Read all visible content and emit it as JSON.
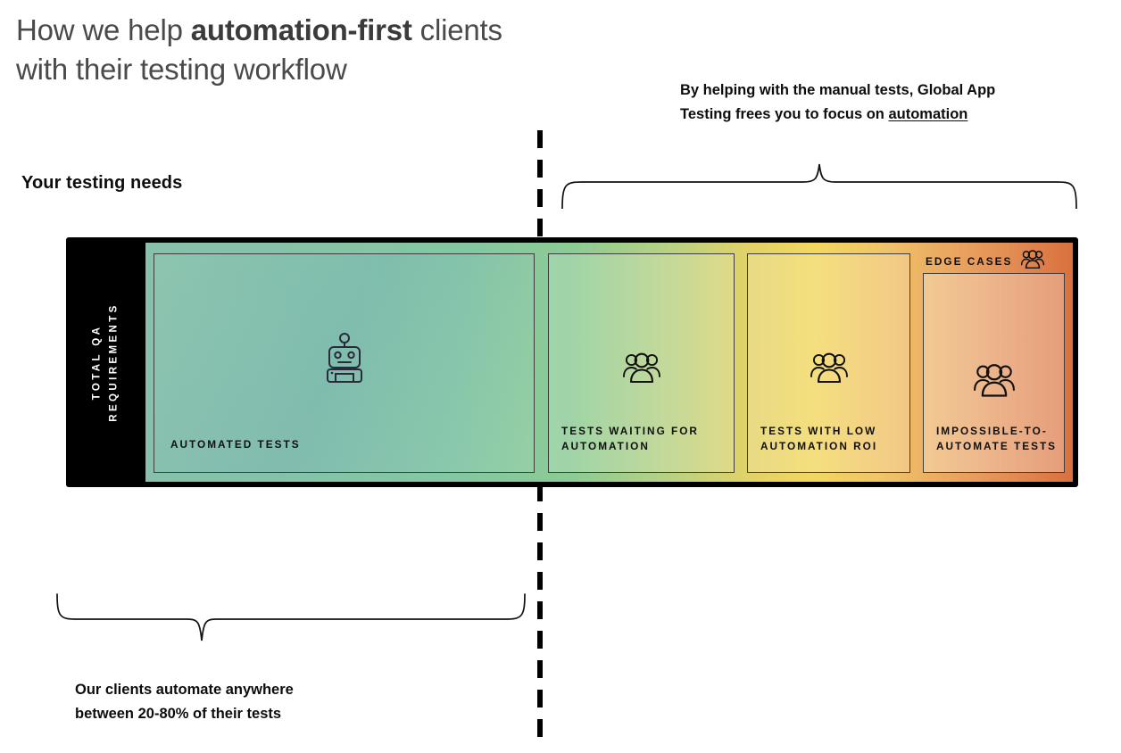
{
  "headline": {
    "line1_pre": "How we help ",
    "line1_em": "automation-first",
    "line1_post": " clients",
    "line2": "with their testing workflow"
  },
  "annotations": {
    "top_right_line1": "By helping with the manual tests, Global App",
    "top_right_line2_pre": "Testing frees you to focus on ",
    "top_right_line2_link": "automation",
    "bottom_left_line1": "Our clients automate anywhere",
    "bottom_left_line2": "between 20-80% of their tests"
  },
  "left_caption": "Your testing needs",
  "band": {
    "axis_label_line1": "TOTAL QA",
    "axis_label_line2": "REQUIREMENTS",
    "edge_cases_label": "EDGE CASES",
    "edge_cases_icon": "people-group-icon",
    "panels": [
      {
        "label": "AUTOMATED TESTS",
        "icon": "robot-icon"
      },
      {
        "label": "TESTS WAITING FOR\nAUTOMATION",
        "icon": "people-group-icon"
      },
      {
        "label": "TESTS WITH LOW\nAUTOMATION ROI",
        "icon": "people-group-icon"
      },
      {
        "label": "IMPOSSIBLE-TO-\nAUTOMATE TESTS",
        "icon": "people-group-icon"
      }
    ]
  },
  "colors": {
    "band_frame": "#000000",
    "headline_text": "#4a4a4a",
    "gradient_start": "#87c1ab",
    "gradient_mid_green": "#83c8a2",
    "gradient_yellow": "#f2d75e",
    "gradient_end": "#d9703f",
    "panel_border": "#3d3d3d",
    "annotation_text": "#0d0d0d"
  },
  "chart_data": {
    "type": "bar",
    "title": "How we help automation-first clients with their testing workflow",
    "categories": [
      "AUTOMATED TESTS",
      "TESTS WAITING FOR AUTOMATION",
      "TESTS WITH LOW AUTOMATION ROI",
      "IMPOSSIBLE-TO-AUTOMATE TESTS"
    ],
    "values": [
      427,
      209,
      183,
      159
    ],
    "value_unit": "relative width (px) of total QA requirements",
    "xlabel": "TOTAL QA REQUIREMENTS",
    "ylabel": "",
    "grid": false,
    "legend": "none",
    "annotations": [
      "Our clients automate anywhere between 20-80% of their tests",
      "By helping with the manual tests, Global App Testing frees you to focus on automation"
    ]
  }
}
